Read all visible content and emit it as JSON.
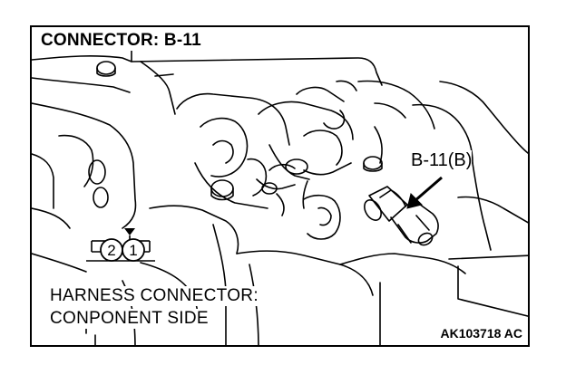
{
  "title": "CONNECTOR: B-11",
  "callout": "B-11(B)",
  "harness_label_line1": "HARNESS CONNECTOR:",
  "harness_label_line2": "CONPONENT SIDE",
  "connector_pins": [
    "2",
    "1"
  ],
  "figure_code": "AK103718 AC"
}
